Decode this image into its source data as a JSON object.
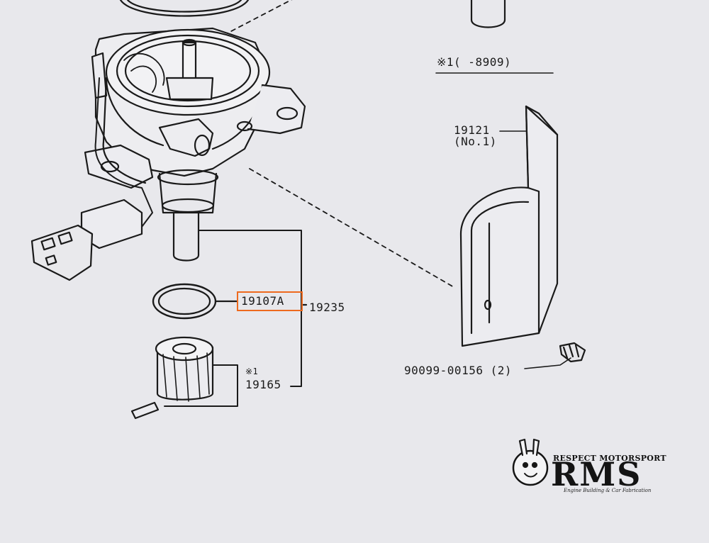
{
  "diagram": {
    "labels": {
      "variant_note": "※1(       -8909)",
      "shield_part": "19121",
      "shield_sub": "(No.1)",
      "oring_part": "19107A",
      "assembly_part": "19235",
      "gear_note": "※1",
      "gear_part": "19165",
      "screw_part": "90099-00156 (2)"
    },
    "highlight_color": "#ee6a1e",
    "line_color": "#1a1a1a"
  },
  "brand": {
    "tagline": "RESPECT MOTORSPORT",
    "logo_text": "RMS",
    "subtitle": "Engine Building & Car Fabrication"
  }
}
